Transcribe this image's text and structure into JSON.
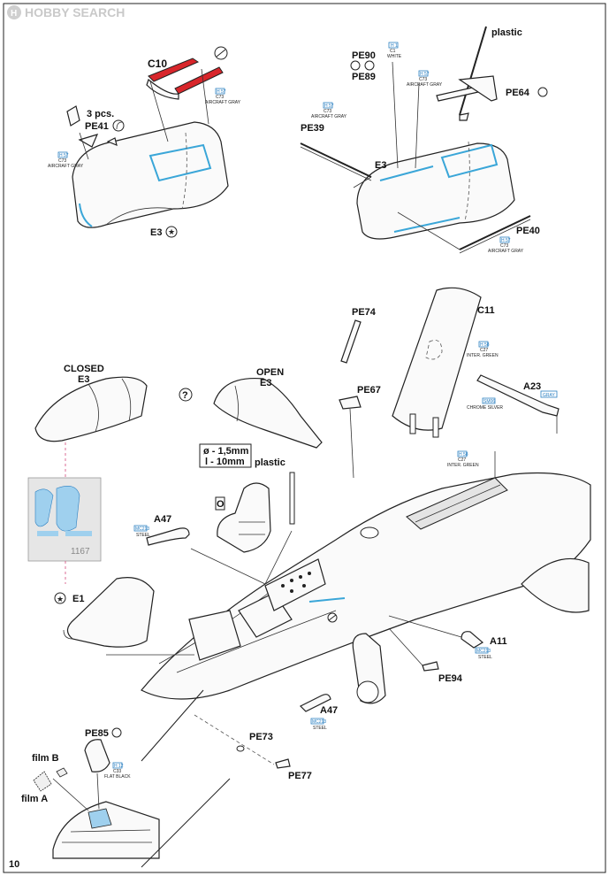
{
  "header": {
    "logo_text": "HOBBY SEARCH"
  },
  "page_number": "10",
  "labels": {
    "c10": "C10",
    "three_pcs": "3 pcs.",
    "pe41": "PE41",
    "e3_top_left": "E3",
    "pe90": "PE90",
    "pe89": "PE89",
    "plastic_top": "plastic",
    "pe64": "PE64",
    "pe39": "PE39",
    "e3_top_right": "E3",
    "pe40": "PE40",
    "pe74": "PE74",
    "c11": "C11",
    "closed": "CLOSED",
    "closed_e3": "E3",
    "open": "OPEN",
    "open_e3": "E3",
    "question": "?",
    "pe67": "PE67",
    "a23": "A23",
    "gray_tag": "GRAY",
    "dim_diameter": "ø - 1,5mm",
    "dim_length": "l - 10mm",
    "plastic_mid": "plastic",
    "seat_option": "O",
    "a47_left": "A47",
    "decal_number": "1167",
    "e1": "E1",
    "a11": "A11",
    "pe94": "PE94",
    "a47_bottom": "A47",
    "pe85": "PE85",
    "film_b": "film B",
    "film_a": "film A",
    "pe73": "PE73",
    "pe77": "PE77"
  },
  "color_callouts": {
    "aircraft_gray_c10": {
      "code_h": "H 57",
      "code_c": "C73",
      "name": "AIRCRAFT GRAY"
    },
    "aircraft_gray_pe41": {
      "code_h": "H 57",
      "code_c": "C73",
      "name": "AIRCRAFT GRAY"
    },
    "white_pe90": {
      "code_h": "H 1",
      "code_c": "C1",
      "name": "WHITE"
    },
    "aircraft_gray_pe89": {
      "code_h": "H 57",
      "code_c": "C73",
      "name": "AIRCRAFT GRAY"
    },
    "aircraft_gray_pe39": {
      "code_h": "H 57",
      "code_c": "C73",
      "name": "AIRCRAFT GRAY"
    },
    "aircraft_gray_pe40": {
      "code_h": "H 57",
      "code_c": "C73",
      "name": "AIRCRAFT GRAY"
    },
    "inter_green_c11": {
      "code_h": "H 58",
      "code_c": "C27",
      "name": "INTER. GREEN"
    },
    "chrome_silver_a23": {
      "code_h": "SM06",
      "code_c": "",
      "name": "CHROME SILVER"
    },
    "inter_green_fuselage": {
      "code_h": "H 58",
      "code_c": "C27",
      "name": "INTER. GREEN"
    },
    "steel_a47_left": {
      "code_h": "MC213",
      "code_c": "",
      "name": "STEEL"
    },
    "steel_a11": {
      "code_h": "MC213",
      "code_c": "",
      "name": "STEEL"
    },
    "steel_a47_bottom": {
      "code_h": "MC213",
      "code_c": "",
      "name": "STEEL"
    },
    "flat_black_pe85": {
      "code_h": "H 12",
      "code_c": "C33",
      "name": "FLAT BLACK"
    }
  },
  "icons": [
    "bend-arrow-icon",
    "cement-star-icon",
    "sanding-circle-icon",
    "reverse-bend-icon"
  ],
  "colors": {
    "paint_blue": "#3aa6d8",
    "c10_red": "#d8262b",
    "decal_blue": "#9fd0ee",
    "callout_blue": "#2a7fc1"
  }
}
